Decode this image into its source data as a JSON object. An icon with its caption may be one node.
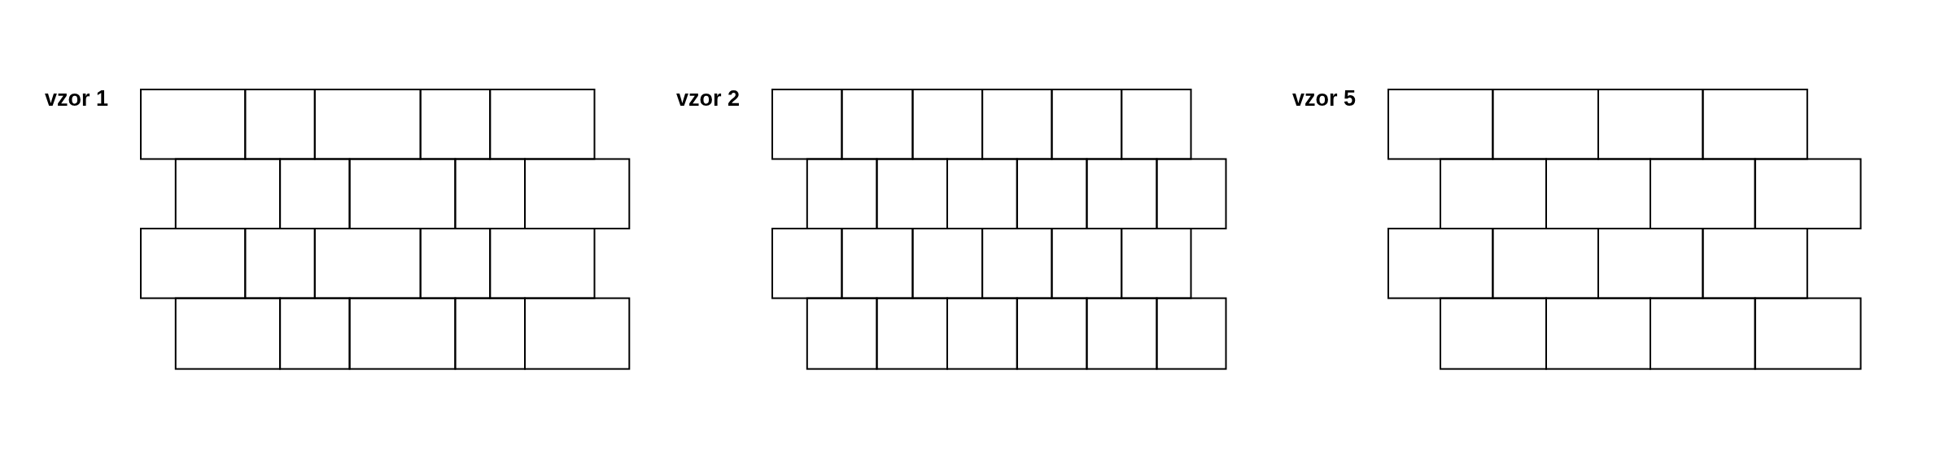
{
  "diagram": {
    "labels": [
      "vzor 1",
      "vzor 2",
      "vzor 5"
    ]
  }
}
